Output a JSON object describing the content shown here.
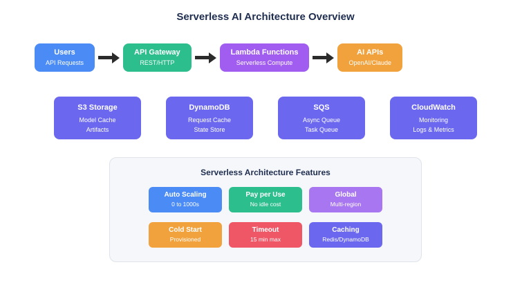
{
  "title": "Serverless AI Architecture Overview",
  "flow": {
    "nodes": [
      {
        "title": "Users",
        "subtitle": "API Requests",
        "color": "#4a8bf5"
      },
      {
        "title": "API Gateway",
        "subtitle": "REST/HTTP",
        "color": "#2cbe8c"
      },
      {
        "title": "Lambda Functions",
        "subtitle": "Serverless Compute",
        "color": "#a15cf0"
      },
      {
        "title": "AI APIs",
        "subtitle": "OpenAI/Claude",
        "color": "#f2a23c"
      }
    ]
  },
  "services": [
    {
      "title": "S3 Storage",
      "line1": "Model Cache",
      "line2": "Artifacts",
      "color": "#6b68ef"
    },
    {
      "title": "DynamoDB",
      "line1": "Request Cache",
      "line2": "State Store",
      "color": "#6b68ef"
    },
    {
      "title": "SQS",
      "line1": "Async Queue",
      "line2": "Task Queue",
      "color": "#6b68ef"
    },
    {
      "title": "CloudWatch",
      "line1": "Monitoring",
      "line2": "Logs & Metrics",
      "color": "#6b68ef"
    }
  ],
  "features_panel": {
    "title": "Serverless Architecture Features",
    "features": [
      {
        "title": "Auto Scaling",
        "subtitle": "0 to 1000s",
        "color": "#4a8bf5"
      },
      {
        "title": "Pay per Use",
        "subtitle": "No idle cost",
        "color": "#2cbe8c"
      },
      {
        "title": "Global",
        "subtitle": "Multi-region",
        "color": "#a876f0"
      },
      {
        "title": "Cold Start",
        "subtitle": "Provisioned",
        "color": "#f2a23c"
      },
      {
        "title": "Timeout",
        "subtitle": "15 min max",
        "color": "#ef5767"
      },
      {
        "title": "Caching",
        "subtitle": "Redis/DynamoDB",
        "color": "#6b68ef"
      }
    ]
  }
}
